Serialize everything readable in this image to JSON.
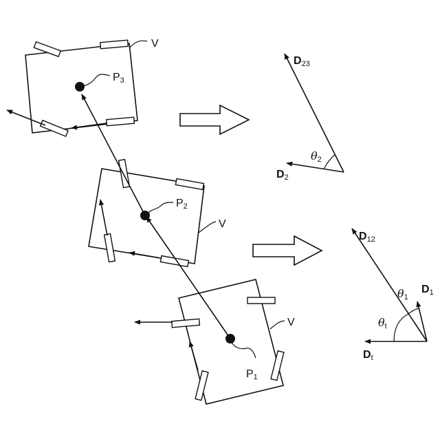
{
  "labels": {
    "vehicle": "V",
    "p1": {
      "main": "P",
      "sub": "1"
    },
    "p2": {
      "main": "P",
      "sub": "2"
    },
    "p3": {
      "main": "P",
      "sub": "3"
    },
    "d23": {
      "main": "D",
      "sub": "23"
    },
    "d2": {
      "main": "D",
      "sub": "2"
    },
    "theta2": {
      "main": "θ",
      "sub": "2"
    },
    "d12": {
      "main": "D",
      "sub": "12"
    },
    "d1": {
      "main": "D",
      "sub": "1"
    },
    "dt": {
      "main": "D",
      "sub": "t"
    },
    "theta1": {
      "main": "θ",
      "sub": "1"
    },
    "thetat": {
      "main": "θ",
      "sub": "t"
    }
  },
  "colors": {
    "line": "#111111",
    "background": "#ffffff"
  }
}
